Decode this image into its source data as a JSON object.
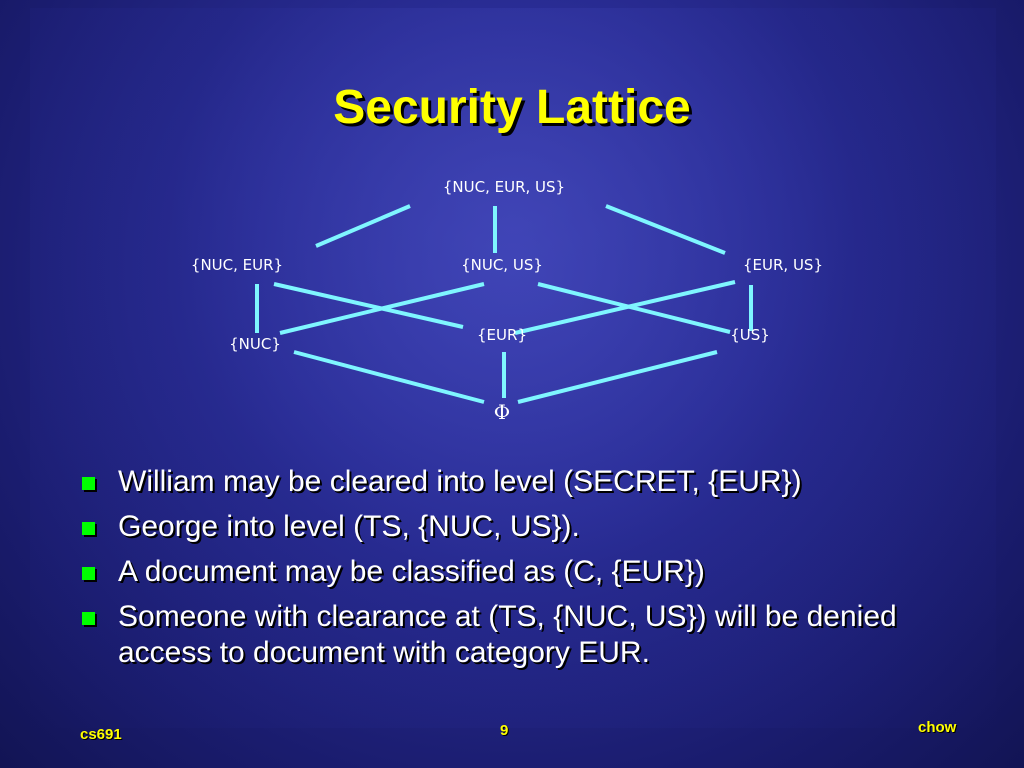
{
  "title": "Security Lattice",
  "lattice": {
    "nodes": [
      {
        "id": "top",
        "label": "{NUC, EUR, US}"
      },
      {
        "id": "nuc_eur",
        "label": "{NUC, EUR}"
      },
      {
        "id": "nuc_us",
        "label": "{NUC, US}"
      },
      {
        "id": "eur_us",
        "label": "{EUR, US}"
      },
      {
        "id": "nuc",
        "label": "{NUC}"
      },
      {
        "id": "eur",
        "label": "{EUR}"
      },
      {
        "id": "us",
        "label": "{US}"
      },
      {
        "id": "bottom",
        "label": "Φ"
      }
    ],
    "edges": [
      [
        "top",
        "nuc_eur"
      ],
      [
        "top",
        "nuc_us"
      ],
      [
        "top",
        "eur_us"
      ],
      [
        "nuc_eur",
        "nuc"
      ],
      [
        "nuc_eur",
        "eur"
      ],
      [
        "nuc_us",
        "nuc"
      ],
      [
        "nuc_us",
        "us"
      ],
      [
        "eur_us",
        "eur"
      ],
      [
        "eur_us",
        "us"
      ],
      [
        "nuc",
        "bottom"
      ],
      [
        "eur",
        "bottom"
      ],
      [
        "us",
        "bottom"
      ]
    ],
    "edge_color": "#7ff6ff"
  },
  "bullets": [
    "William may be cleared into level (SECRET, {EUR})",
    "George into level (TS, {NUC, US}).",
    "A document may be classified as (C, {EUR})",
    "Someone with clearance at (TS, {NUC, US}) will be denied access to document with category EUR."
  ],
  "footer": {
    "left": "cs691",
    "page": "9",
    "right": "chow"
  },
  "colors": {
    "title": "#ffff00",
    "bullet_marker": "#00ff00",
    "text": "#ffffff"
  }
}
